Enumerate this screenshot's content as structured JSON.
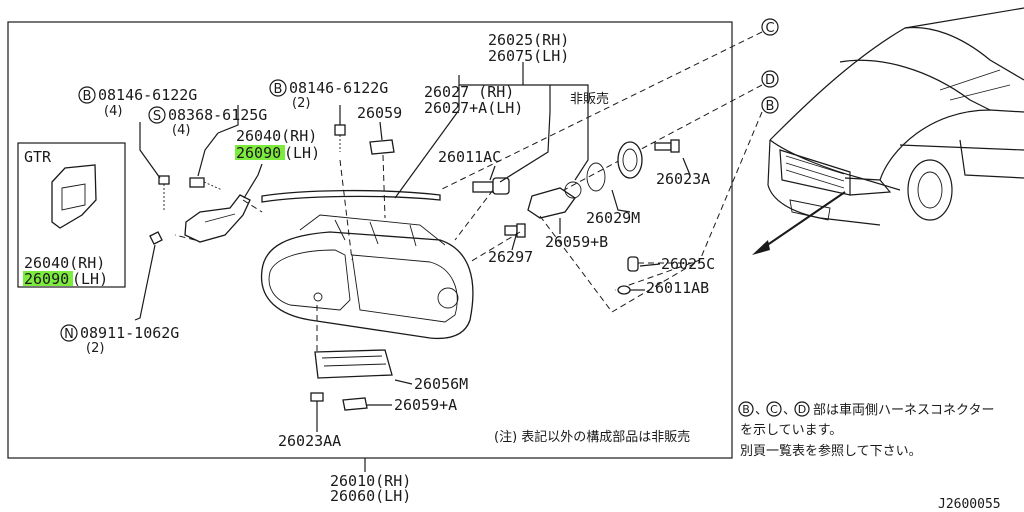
{
  "diagram": {
    "callouts": {
      "c": "C",
      "d": "D",
      "b": "B"
    },
    "labels": {
      "p26025_rh": "26025(RH)",
      "p26075_lh": "26075(LH)",
      "p26027_rh": "26027  (RH)",
      "p26027a_lh": "26027+A(LH)",
      "hibaibai": "非販売",
      "b08146_1_num": "08146-6122G",
      "b08146_1_qty": "(4)",
      "b08146_2_num": "08146-6122G",
      "b08146_2_qty": "(2)",
      "s08368_num": "08368-6125G",
      "s08368_qty": "(4)",
      "p26059": "26059",
      "p26040_rh": "26040(RH)",
      "p26090_lh_a": "26090",
      "p26090_lh_a_suffix": "(LH)",
      "gtr": "GTR",
      "gtr_26040": "26040(RH)",
      "gtr_26090": "26090",
      "gtr_26090_suffix": "(LH)",
      "p26011ac": "26011AC",
      "p26023a": "26023A",
      "p26029m": "26029M",
      "p26059b": "26059+B",
      "p26297": "26297",
      "p26025c": "26025C",
      "p26011ab": "26011AB",
      "n08911_num": "08911-1062G",
      "n08911_qty": "(2)",
      "p26056m": "26056M",
      "p26059a": "26059+A",
      "p26023aa": "26023AA",
      "p26010_rh": "26010(RH)",
      "p26060_lh": "26060(LH)",
      "note": "(注) 表記以外の構成部品は非販売",
      "legend_line1": "部は車両側ハーネスコネクター",
      "legend_line2": "を示しています。",
      "legend_line3": "別頁一覧表を参照して下さい。",
      "fig_id": "J2600055"
    },
    "prefix": {
      "b": "B",
      "s": "S",
      "n": "N"
    }
  }
}
